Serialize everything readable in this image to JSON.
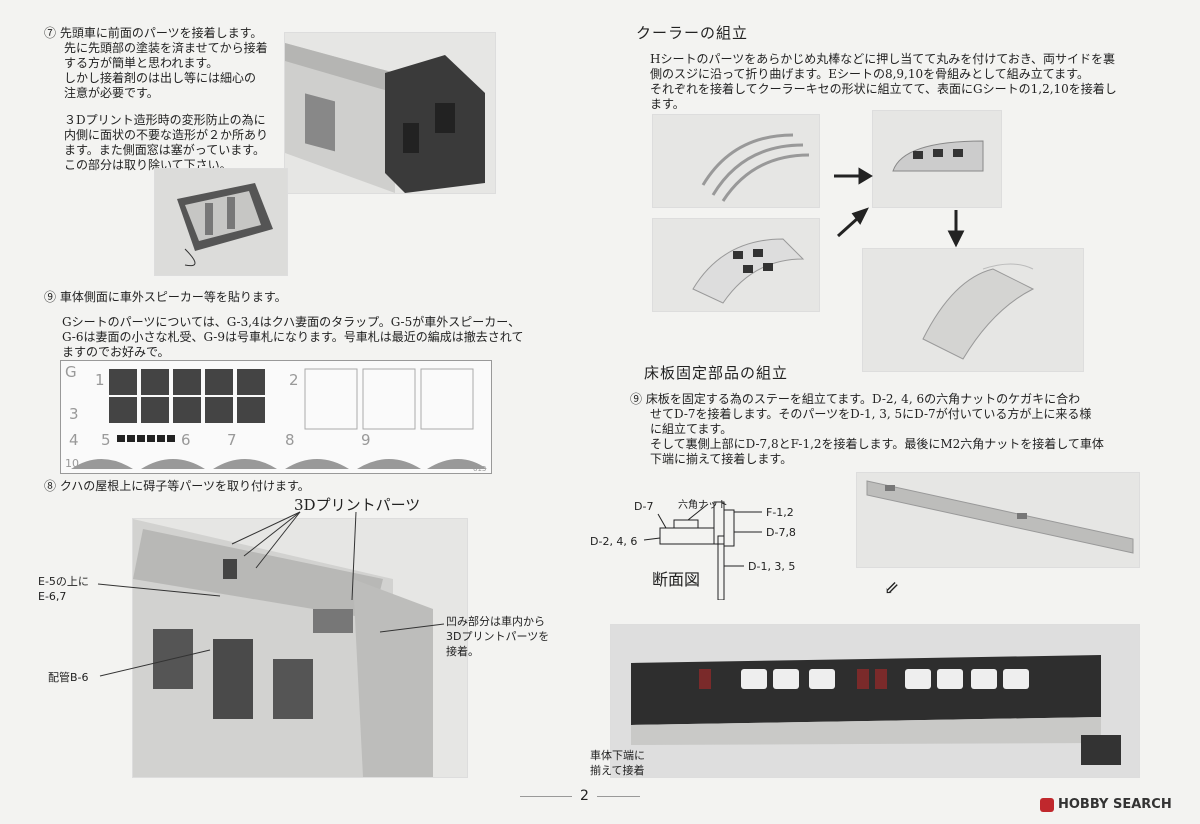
{
  "step7": {
    "lines": [
      "⑦ 先頭車に前面のパーツを接着します。",
      "先に先頭部の塗装を済ませてから接着",
      "する方が簡単と思われます。",
      "しかし接着剤のは出し等には細心の",
      "注意が必要です。"
    ],
    "lines2": [
      "３Dプリント造形時の変形防止の為に",
      "内側に面状の不要な造形が２か所あり",
      "ます。また側面窓は塞がっています。",
      "この部分は取り除いて下さい。"
    ]
  },
  "step9a": {
    "title": "⑨ 車体側面に車外スピーカー等を貼ります。",
    "lines": [
      "Gシートのパーツについては、G-3,4はクハ妻面のタラップ。G-5が車外スピーカー、",
      "G-6は妻面の小さな札受、G-9は号車札になります。号車札は最近の編成は撤去されて",
      "ますのでお好みで。"
    ]
  },
  "sheet": {
    "letter": "G",
    "nums": [
      "1",
      "2",
      "3",
      "4",
      "5",
      "6",
      "7",
      "8",
      "9",
      "10"
    ],
    "code": "613"
  },
  "step8": {
    "title": "⑧ クハの屋根上に碍子等パーツを取り付けます。",
    "label_3d": "3Dプリントパーツ",
    "label_e": [
      "E-5の上に",
      "E-6,7"
    ],
    "label_pipe": "配管B-6",
    "label_recess": [
      "凹み部分は車内から",
      "3Dプリントパーツを",
      "接着。"
    ]
  },
  "cooler": {
    "title": "クーラーの組立",
    "lines": [
      "Hシートのパーツをあらかじめ丸棒などに押し当てて丸みを付けておき、両サイドを裏",
      "側のスジに沿って折り曲げます。Eシートの8,9,10を骨組みとして組み立てます。",
      "それぞれを接着してクーラーキセの形状に組立てて、表面にGシートの1,2,10を接着し",
      "ます。"
    ]
  },
  "floor": {
    "title": "床板固定部品の組立",
    "lines": [
      "⑨ 床板を固定する為のステーを組立てます。D-2, 4, 6の六角ナットのケガキに合わ",
      "せてD-7を接着します。そのパーツをD-1, 3, 5にD-7が付いている方が上に来る様",
      "に組立てます。",
      "そして裏側上部にD-7,8とF-1,2を接着します。最後にM2六角ナットを接着して車体",
      "下端に揃えて接着します。"
    ]
  },
  "diagram": {
    "d7": "D-7",
    "nut": "六角ナット",
    "d246": "D-2, 4, 6",
    "f12": "F-1,2",
    "d78": "D-7,8",
    "d135": "D-1, 3, 5",
    "caption": "断面図"
  },
  "bottom_label": [
    "車体下端に",
    "揃えて接着"
  ],
  "page_number": "2",
  "brand": "HOBBY SEARCH",
  "colors": {
    "brand_red": "#c0282d",
    "photo_bg": "#e6e6e4"
  }
}
